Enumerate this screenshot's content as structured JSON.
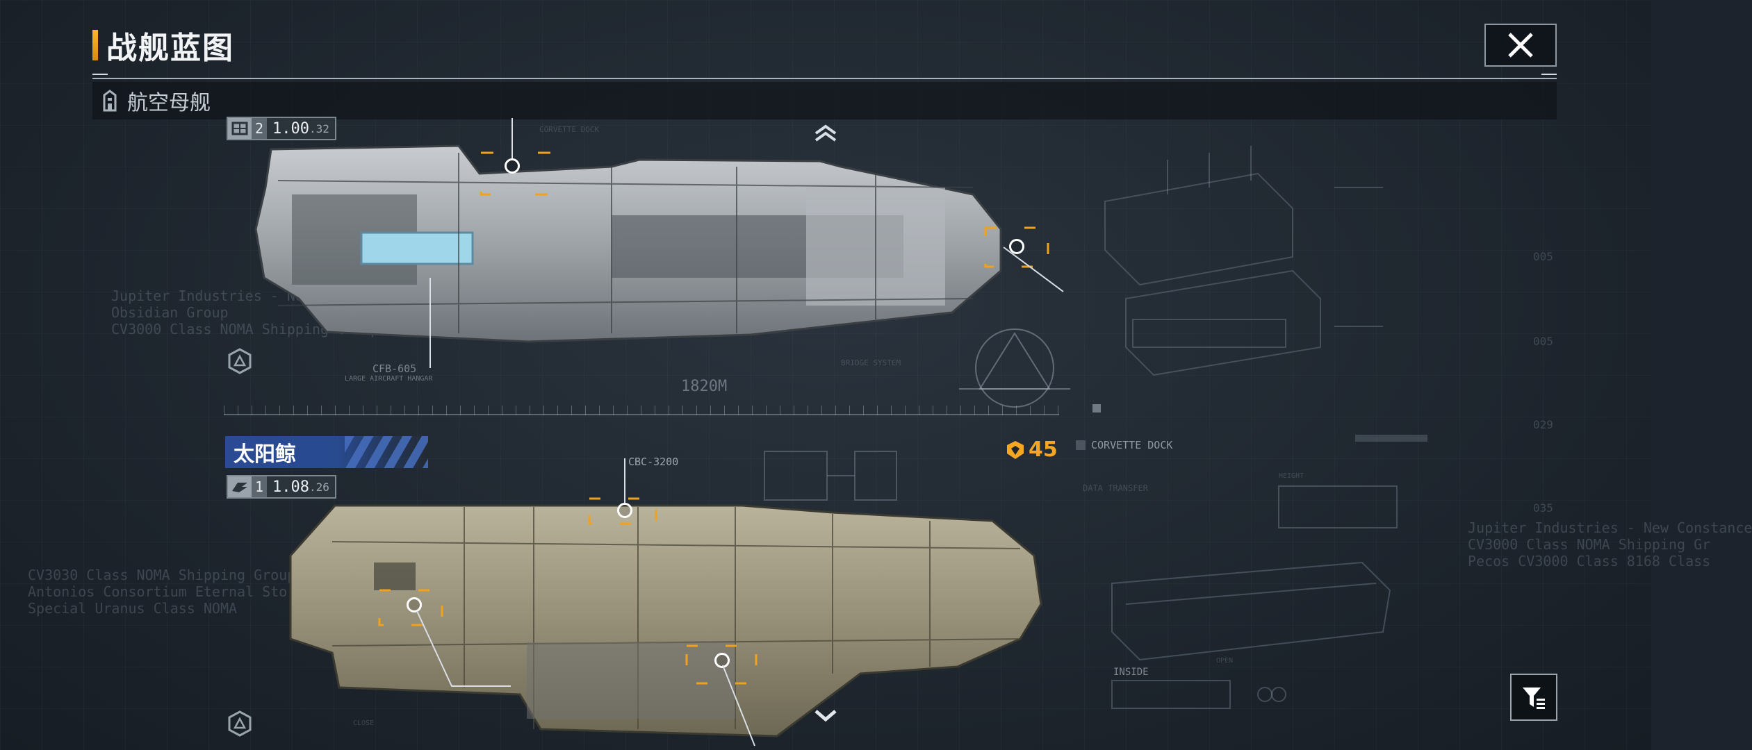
{
  "header": {
    "title": "战舰蓝图",
    "close_icon": "close-icon"
  },
  "category": {
    "icon": "building-icon",
    "label": "航空母舰"
  },
  "ships": [
    {
      "name": "",
      "stat": {
        "count": "2",
        "version": "1.00",
        "sub": ".32",
        "icon": "blueprint-icon"
      },
      "modules": [
        "CFB-605",
        "LARGE AIRCRAFT HANGAR",
        "CORVETTE DOCK",
        "BRIDGE SYSTEM"
      ],
      "length_label": "1820M",
      "hull_color": "#b9bec3"
    },
    {
      "name": "太阳鲸",
      "stat": {
        "count": "1",
        "version": "1.08",
        "sub": ".26",
        "icon": "wing-icon"
      },
      "rarity": "45",
      "rarity_icon": "crest-icon",
      "modules": [
        "CBC-3200",
        "CORVETTE DOCK",
        "DATA TRANSFER",
        "INSIDE",
        "HEIGHT",
        "OPEN",
        "CLOSE"
      ],
      "hull_color": "#a39c86"
    }
  ],
  "colors": {
    "accent": "#f5a623",
    "name_tag": "#2a4a94",
    "bracket": "#f0a21e"
  },
  "background_text": [
    "Jupiter Industries - New Constance",
    "Obsidian Group",
    "CV3000 Class NOMA Shipping Group Antonios Corporation",
    "CV3030 Class NOMA Shipping Group Antonios Corp",
    "Antonios Consortium Eternal Storm Class",
    "Special Uranus Class NOMA",
    "Jupiter Industries - New Constance",
    "CV3000 Class NOMA Shipping Gr",
    "Pecos CV3000 Class 8168 Class"
  ],
  "scale_marks": [
    "005",
    "005",
    "029",
    "035"
  ]
}
